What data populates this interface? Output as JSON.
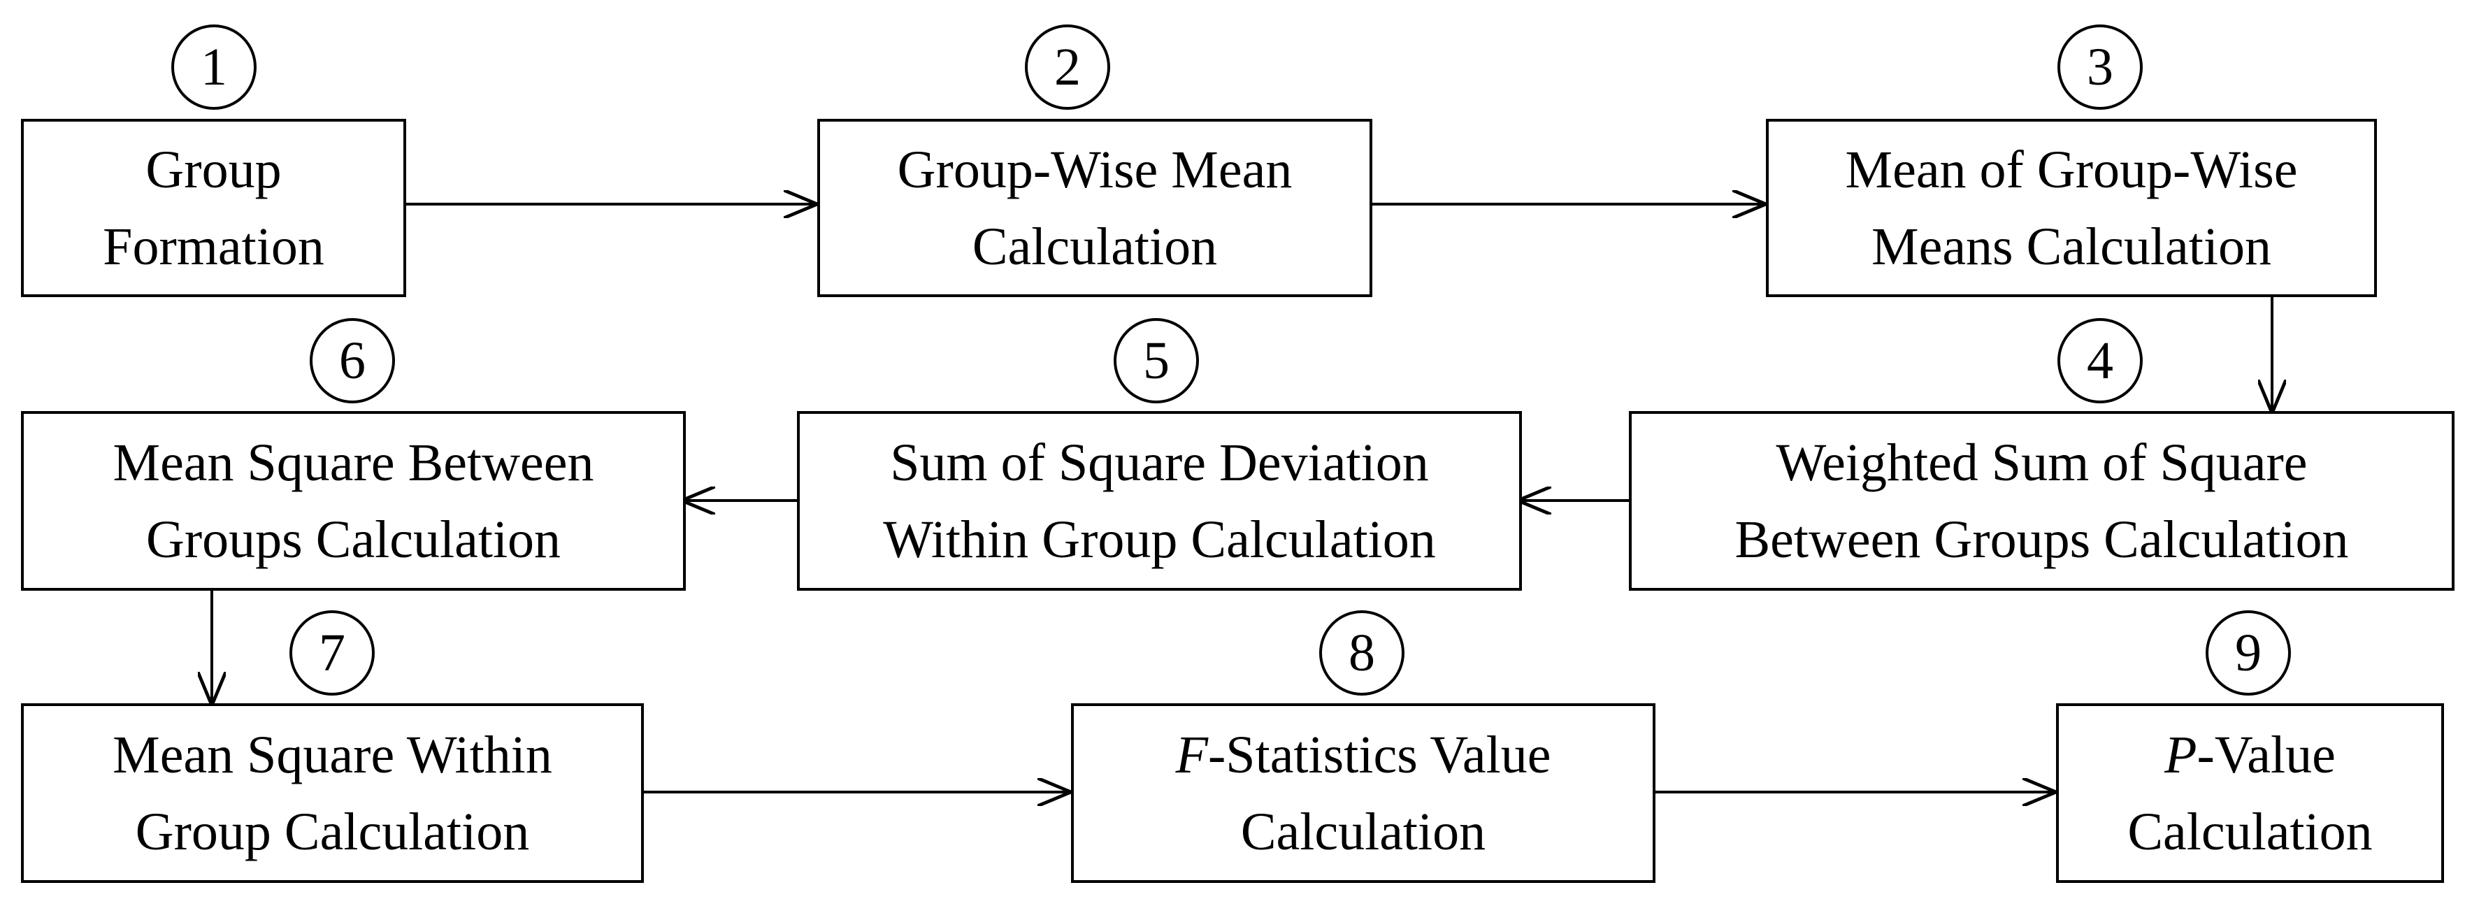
{
  "steps": [
    {
      "number": "1",
      "line1": "Group",
      "line2": "Formation"
    },
    {
      "number": "2",
      "line1": "Group-Wise Mean",
      "line2": "Calculation"
    },
    {
      "number": "3",
      "line1": "Mean of Group-Wise",
      "line2": "Means Calculation"
    },
    {
      "number": "4",
      "line1": "Weighted Sum of Square",
      "line2": "Between Groups Calculation"
    },
    {
      "number": "5",
      "line1": "Sum of Square Deviation",
      "line2": "Within Group Calculation"
    },
    {
      "number": "6",
      "line1": "Mean Square Between",
      "line2": "Groups Calculation"
    },
    {
      "number": "7",
      "line1": "Mean Square Within",
      "line2": "Group Calculation"
    },
    {
      "number": "8",
      "line1_italic": "F",
      "line1": "-Statistics Value",
      "line2": "Calculation"
    },
    {
      "number": "9",
      "line1_italic": "P",
      "line1": "-Value",
      "line2": "Calculation"
    }
  ]
}
